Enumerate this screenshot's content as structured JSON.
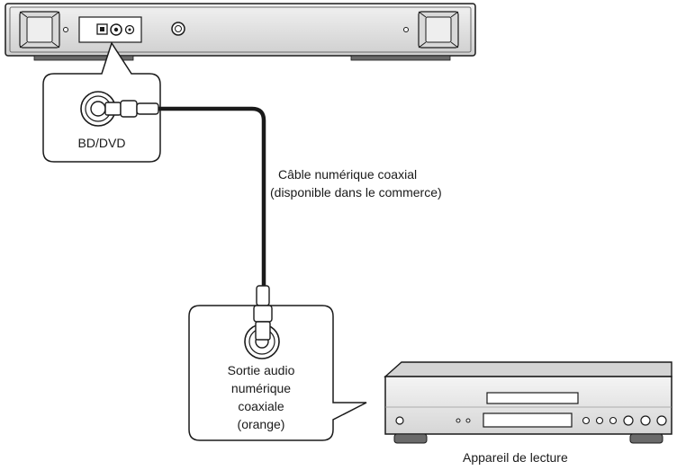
{
  "labels": {
    "bd_dvd": "BD/DVD",
    "cable_line1": "Câble numérique coaxial",
    "cable_line2": "(disponible dans le commerce)",
    "output_lines": [
      "Sortie audio",
      "numérique",
      "coaxiale",
      "(orange)"
    ],
    "player": "Appareil de lecture"
  },
  "colors": {
    "stroke": "#1a1a1a",
    "device_fill": "#e4e4e4",
    "device_fill_dark": "#c8c8c8",
    "cable": "#1a1a1a"
  },
  "icons": {
    "coax_jack": "coaxial-jack-icon",
    "optical_jack": "optical-jack-icon",
    "knob": "knob-icon"
  }
}
